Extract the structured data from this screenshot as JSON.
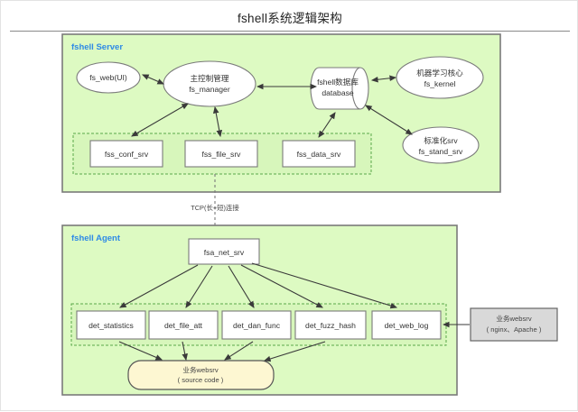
{
  "page": {
    "title": "fshell系统逻辑架构"
  },
  "colors": {
    "panel_fill": "#ddfac2",
    "panel_stroke": "#7a7a7a",
    "panel_label": "#2e8ae6",
    "dash_group_fill": "#d7f6bb",
    "dash_group_stroke": "#5aa84a",
    "node_fill": "#ffffff",
    "soft_box_fill": "#fdf7d2",
    "external_box_fill": "#d9d9d9",
    "edge": "#3a3a3a"
  },
  "server_panel": {
    "label": "fshell Server",
    "nodes": {
      "fs_web": {
        "label": "fs_web(UI)"
      },
      "fs_manager": {
        "line1": "主控制管理",
        "line2": "fs_manager"
      },
      "database": {
        "line1": "fshell数据库",
        "line2": "database"
      },
      "fs_kernel": {
        "line1": "机器学习核心",
        "line2": "fs_kernel"
      },
      "fs_stand_srv": {
        "line1": "标准化srv",
        "line2": "fs_stand_srv"
      }
    },
    "services": [
      {
        "label": "fss_conf_srv"
      },
      {
        "label": "fss_file_srv"
      },
      {
        "label": "fss_data_srv"
      }
    ]
  },
  "connector": {
    "label": "TCP(长+短)连接"
  },
  "agent_panel": {
    "label": "fshell Agent",
    "net_srv": {
      "label": "fsa_net_srv"
    },
    "detectors": [
      {
        "label": "det_statistics"
      },
      {
        "label": "det_file_att"
      },
      {
        "label": "det_dan_func"
      },
      {
        "label": "det_fuzz_hash"
      },
      {
        "label": "det_web_log"
      }
    ],
    "source": {
      "line1": "业务websrv",
      "line2": "( source code )"
    }
  },
  "external": {
    "websrv": {
      "line1": "业务websrv",
      "line2": "( nginx、Apache )"
    }
  }
}
